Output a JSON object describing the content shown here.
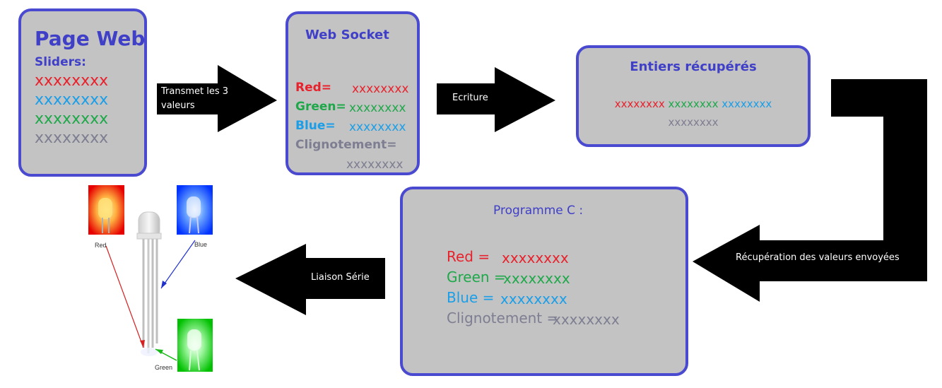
{
  "page_web": {
    "title": "Page Web",
    "subtitle": "Sliders:",
    "value_red": "xxxxxxxx",
    "value_blue": "xxxxxxxx",
    "value_green": "xxxxxxxx",
    "value_gray": "xxxxxxxx"
  },
  "web_socket": {
    "title": "Web Socket",
    "red_label": "Red=",
    "red_value": "xxxxxxxx",
    "green_label": "Green=",
    "green_value": "xxxxxxxx",
    "blue_label": "Blue=",
    "blue_value": "xxxxxxxx",
    "clign_label": "Clignotement=",
    "clign_value": "xxxxxxxx"
  },
  "entiers": {
    "title": "Entiers récupérés",
    "red_value": "xxxxxxxx",
    "green_value": "xxxxxxxx",
    "blue_value": "xxxxxxxx",
    "gray_value": "xxxxxxxx"
  },
  "programme_c": {
    "title": "Programme C :",
    "red_label": "Red =",
    "red_value": "xxxxxxxx",
    "green_label": "Green =",
    "green_value": "xxxxxxxx",
    "blue_label": "Blue =",
    "blue_value": "xxxxxxxx",
    "clign_label": "Clignotement =",
    "clign_value": "xxxxxxxx"
  },
  "arrows": {
    "transmet_line1": "Transmet les 3",
    "transmet_line2": "valeurs",
    "ecriture": "Ecriture",
    "recuperation": "Récupération des valeurs envoyées",
    "liaison": "Liaison Série"
  },
  "led": {
    "red_label": "Red",
    "blue_label": "Blue",
    "green_label": "Green"
  },
  "colors": {
    "box_fill": "#c3c3c3",
    "box_border": "#4a4ad0",
    "title": "#3f3fc8",
    "red": "#e8222c",
    "green": "#1fa84a",
    "blue": "#1a9ee8",
    "gray": "#7e7e92"
  }
}
